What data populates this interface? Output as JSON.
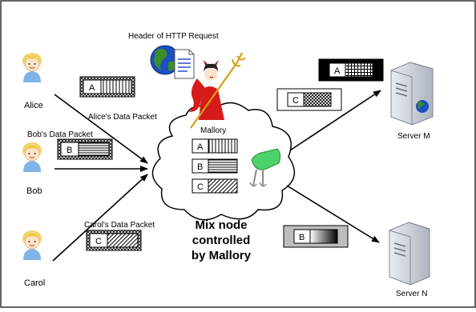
{
  "labels": {
    "header": "Header of  HTTP Request",
    "alice": "Alice",
    "bob": "Bob",
    "carol": "Carol",
    "alice_packet": "Alice's Data Packet",
    "bob_packet": "Bob's Data Packet",
    "carol_packet": "Carol's Data Packet",
    "mallory": "Mallory",
    "server_m": "Server M",
    "server_n": "Server N",
    "mix_line1": "Mix node",
    "mix_line2": "controlled",
    "mix_line3": "by Mallory"
  },
  "packets": {
    "alice": "A",
    "bob": "B",
    "carol": "C",
    "mix_a": "A",
    "mix_b": "B",
    "mix_c": "C",
    "out_a": "A",
    "out_c": "C",
    "out_b": "B"
  },
  "colors": {
    "frame": "#000000",
    "arrow": "#000000",
    "cloud": "#ffffff",
    "mallory": "#d61b1b",
    "trident": "#d4a017",
    "globe_sea": "#1c4fbf",
    "globe_land": "#3a8f2a",
    "server": "#c9ced6",
    "mixer": "#4fd16a"
  },
  "icons": [
    "person-icon",
    "globe-icon",
    "document-icon",
    "devil-icon",
    "server-icon",
    "mixer-icon"
  ]
}
